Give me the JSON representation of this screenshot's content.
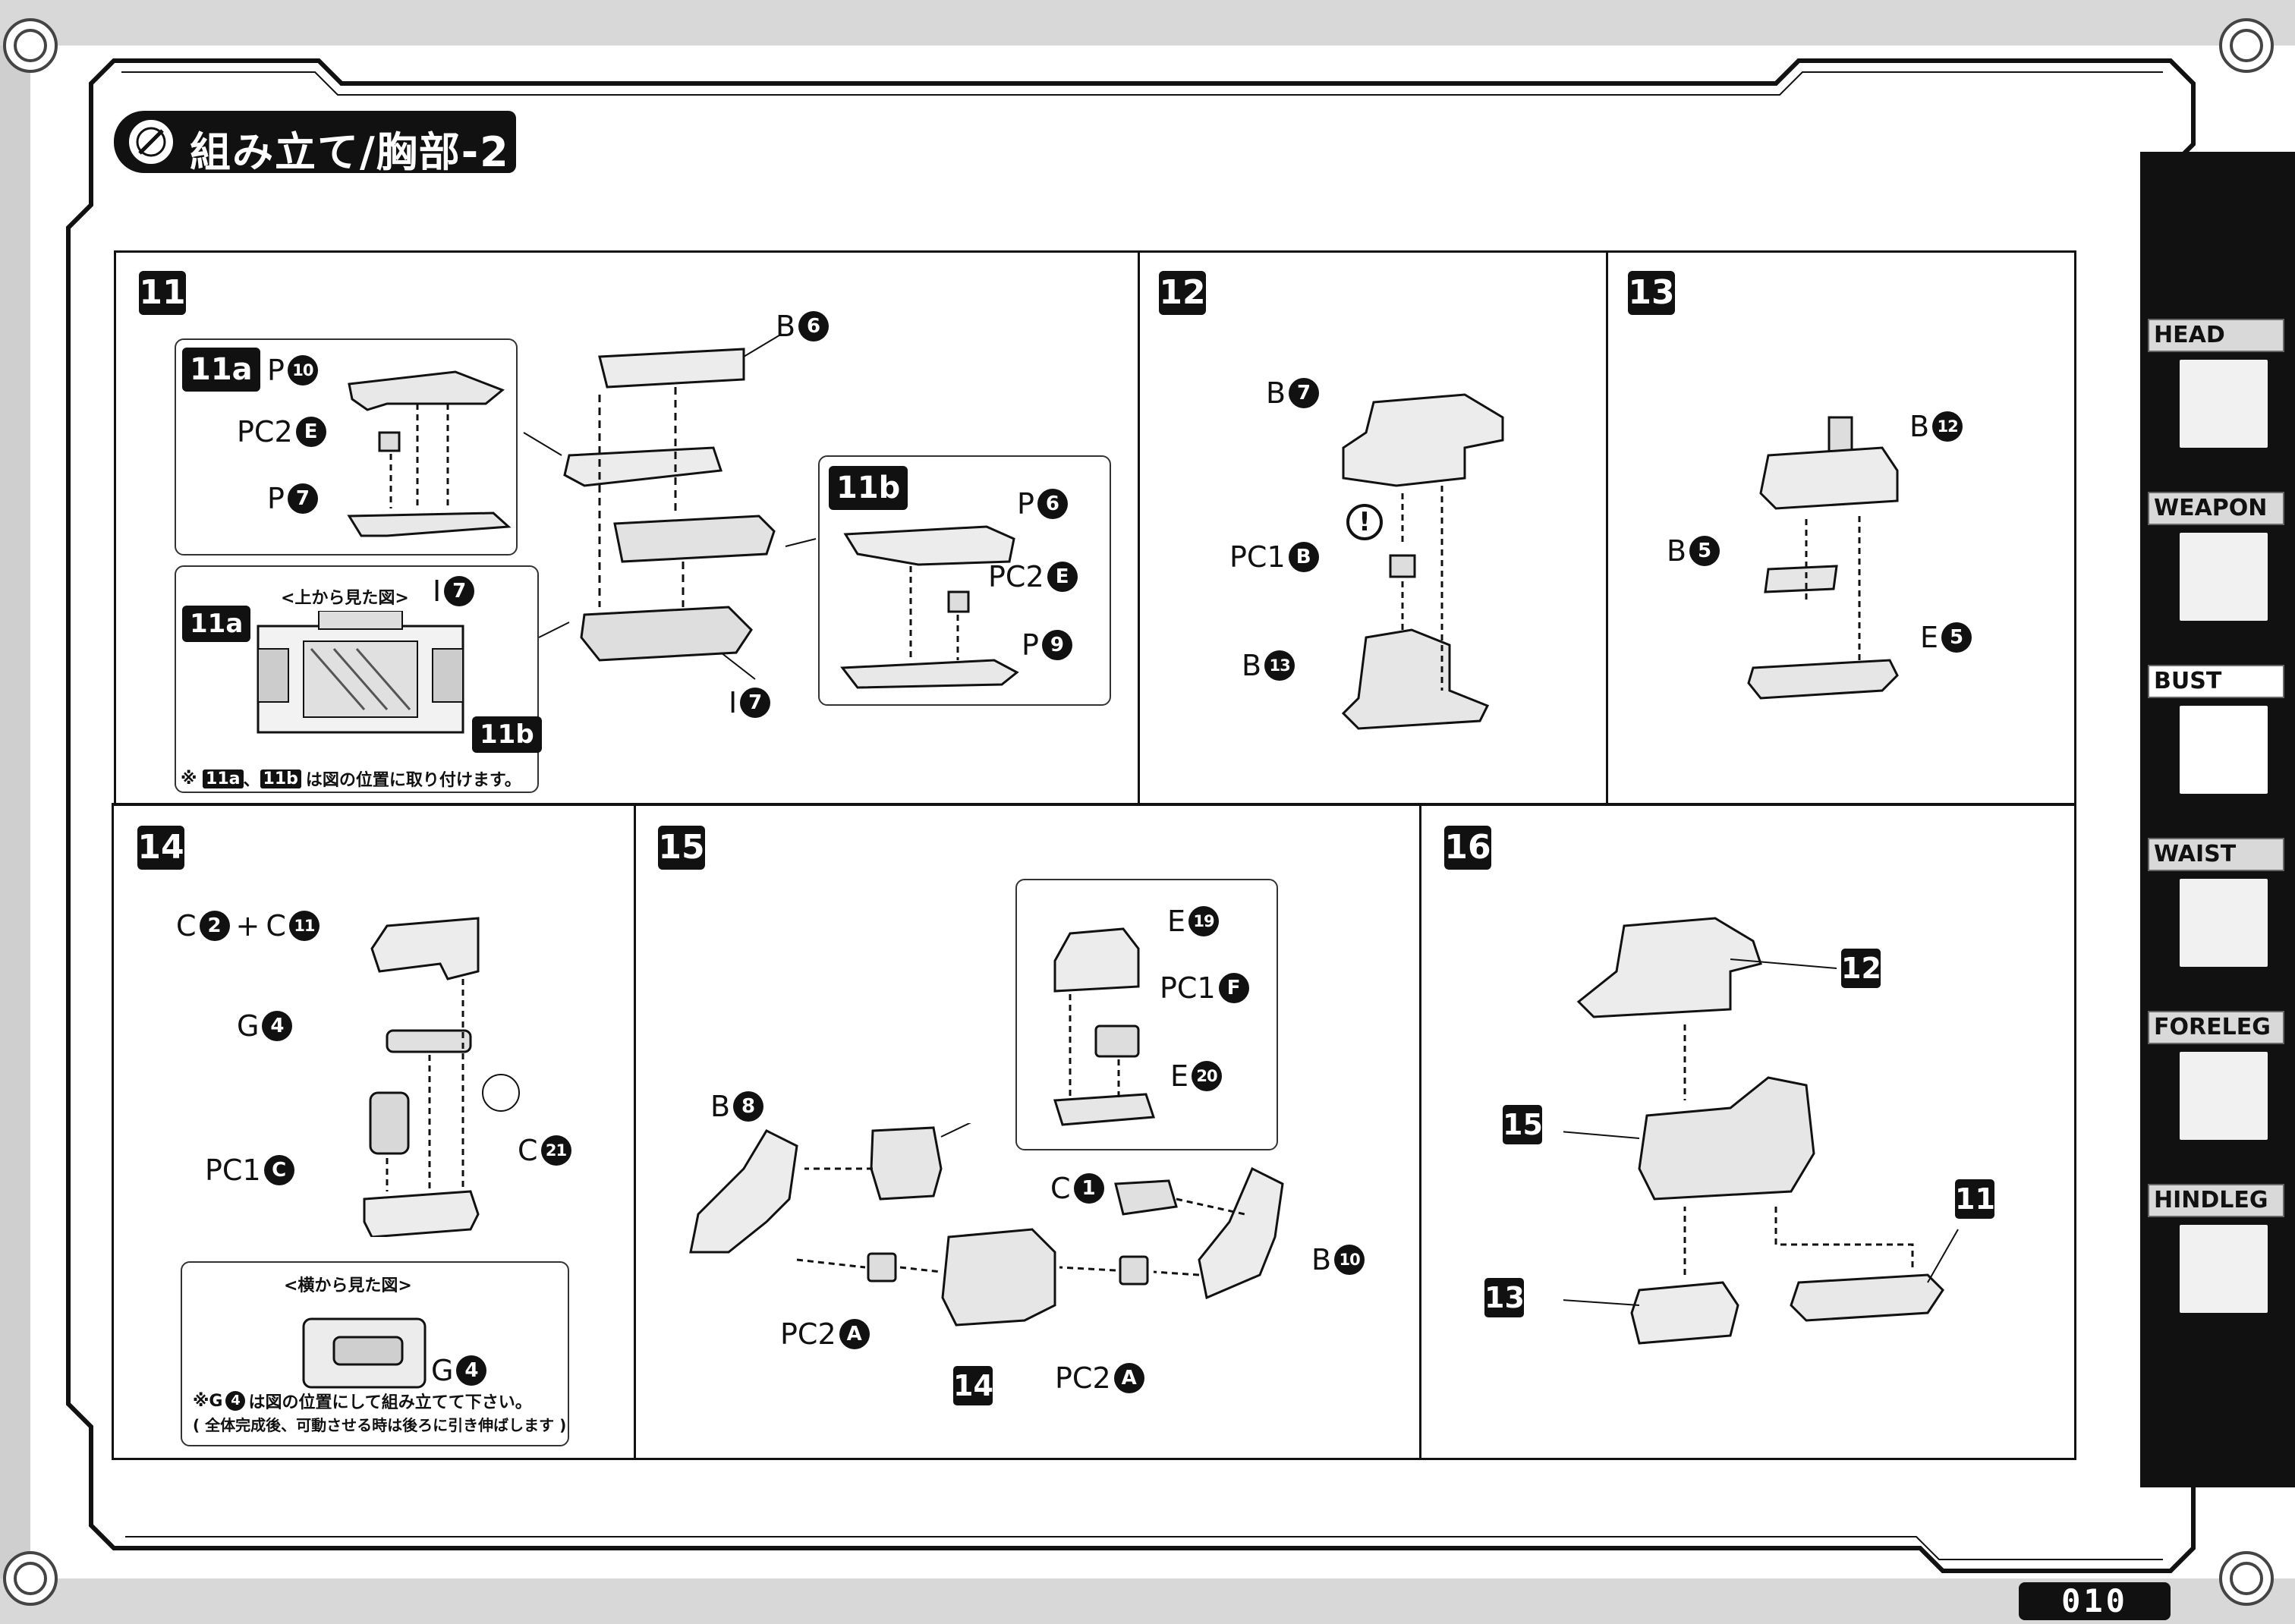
{
  "title": "組み立て/胸部-2",
  "page_number": "010",
  "sidebar": {
    "tabs": [
      {
        "label": "HEAD"
      },
      {
        "label": "WEAPON"
      },
      {
        "label": "BUST"
      },
      {
        "label": "WAIST"
      },
      {
        "label": "FORELEG"
      },
      {
        "label": "HINDLEG"
      }
    ],
    "active": "BUST"
  },
  "steps": {
    "s11": {
      "num": "11",
      "sub_a": {
        "tag": "11a",
        "labels": [
          {
            "pre": "P",
            "num": "10"
          },
          {
            "pre": "PC2",
            "num": "E"
          },
          {
            "pre": "P",
            "num": "7"
          }
        ]
      },
      "top_view": {
        "caption": "<上から見た図>",
        "tag_a": "11a",
        "tag_b": "11b",
        "label": {
          "pre": "I",
          "num": "7"
        }
      },
      "note": "※ 11a 、 11b は図の位置に取り付けます。",
      "note_tag_a": "11a",
      "note_tag_b": "11b",
      "note_text": "は図の位置に取り付けます。",
      "main_labels": [
        {
          "pre": "B",
          "num": "6"
        },
        {
          "pre": "I",
          "num": "7"
        }
      ],
      "sub_b": {
        "tag": "11b",
        "labels": [
          {
            "pre": "P",
            "num": "6"
          },
          {
            "pre": "PC2",
            "num": "E"
          },
          {
            "pre": "P",
            "num": "9"
          }
        ]
      }
    },
    "s12": {
      "num": "12",
      "labels": [
        {
          "pre": "B",
          "num": "7"
        },
        {
          "pre": "PC1",
          "num": "B"
        },
        {
          "pre": "B",
          "num": "13"
        }
      ],
      "warning": "!"
    },
    "s13": {
      "num": "13",
      "labels": [
        {
          "pre": "B",
          "num": "12"
        },
        {
          "pre": "B",
          "num": "5"
        },
        {
          "pre": "E",
          "num": "5"
        }
      ]
    },
    "s14": {
      "num": "14",
      "labels": [
        {
          "pre": "C",
          "num": "2"
        },
        {
          "pre": "C",
          "num": "11"
        },
        {
          "pre": "G",
          "num": "4"
        },
        {
          "pre": "PC1",
          "num": "C"
        },
        {
          "pre": "C",
          "num": "21"
        }
      ],
      "plus": "+",
      "side_view": {
        "caption": "<横から見た図>",
        "label": {
          "pre": "G",
          "num": "4"
        }
      },
      "note_line1_pre": "※G",
      "note_line1_num": "4",
      "note_line1_post": "は図の位置にして組み立てて下さい。",
      "note_line2": "( 全体完成後、可動させる時は後ろに引き伸ばします )"
    },
    "s15": {
      "num": "15",
      "labels": [
        {
          "pre": "E",
          "num": "19"
        },
        {
          "pre": "PC1",
          "num": "F"
        },
        {
          "pre": "E",
          "num": "20"
        },
        {
          "pre": "B",
          "num": "8"
        },
        {
          "pre": "C",
          "num": "1"
        },
        {
          "pre": "B",
          "num": "10"
        },
        {
          "pre": "PC2",
          "num": "A"
        },
        {
          "pre": "PC2",
          "num": "A"
        }
      ],
      "ref": "14"
    },
    "s16": {
      "num": "16",
      "refs": [
        "12",
        "15",
        "11",
        "13"
      ]
    }
  },
  "colors": {
    "ink": "#111111",
    "paper": "#ffffff",
    "tab_gray": "#d9d9d9"
  }
}
